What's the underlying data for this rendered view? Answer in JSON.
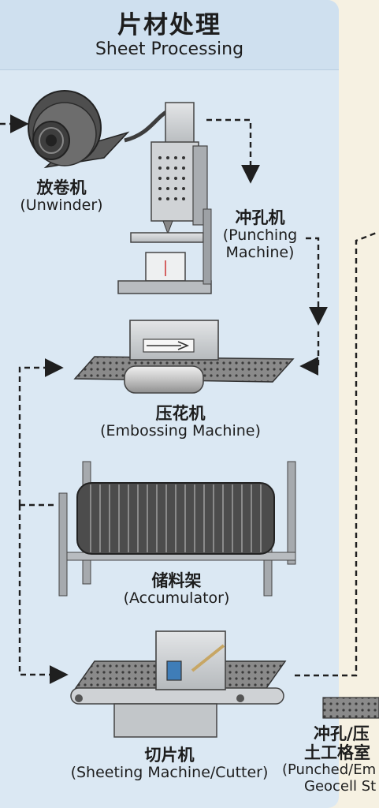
{
  "header": {
    "title_zh": "片材处理",
    "title_en": "Sheet Processing"
  },
  "machines": {
    "unwinder": {
      "zh": "放卷机",
      "en": "(Unwinder)"
    },
    "punching": {
      "zh": "冲孔机",
      "en1": "(Punching",
      "en2": "Machine)"
    },
    "embossing": {
      "zh": "压花机",
      "en": "(Embossing Machine)"
    },
    "accumulator": {
      "zh": "储料架",
      "en": "(Accumulator)"
    },
    "sheeting": {
      "zh": "切片机",
      "en": "(Sheeting Machine/Cutter)"
    }
  },
  "output_partial": {
    "zh1": "冲孔/压",
    "zh2": "土工格室",
    "en1": "(Punched/Em",
    "en2": "Geocell St"
  },
  "colors": {
    "panel_bg": "#dbe8f3",
    "page_bg": "#f4f0e3",
    "machine_gray": "#c9ccce",
    "dark_metal": "#4a4a4a",
    "arrow": "#1f1f1f"
  }
}
